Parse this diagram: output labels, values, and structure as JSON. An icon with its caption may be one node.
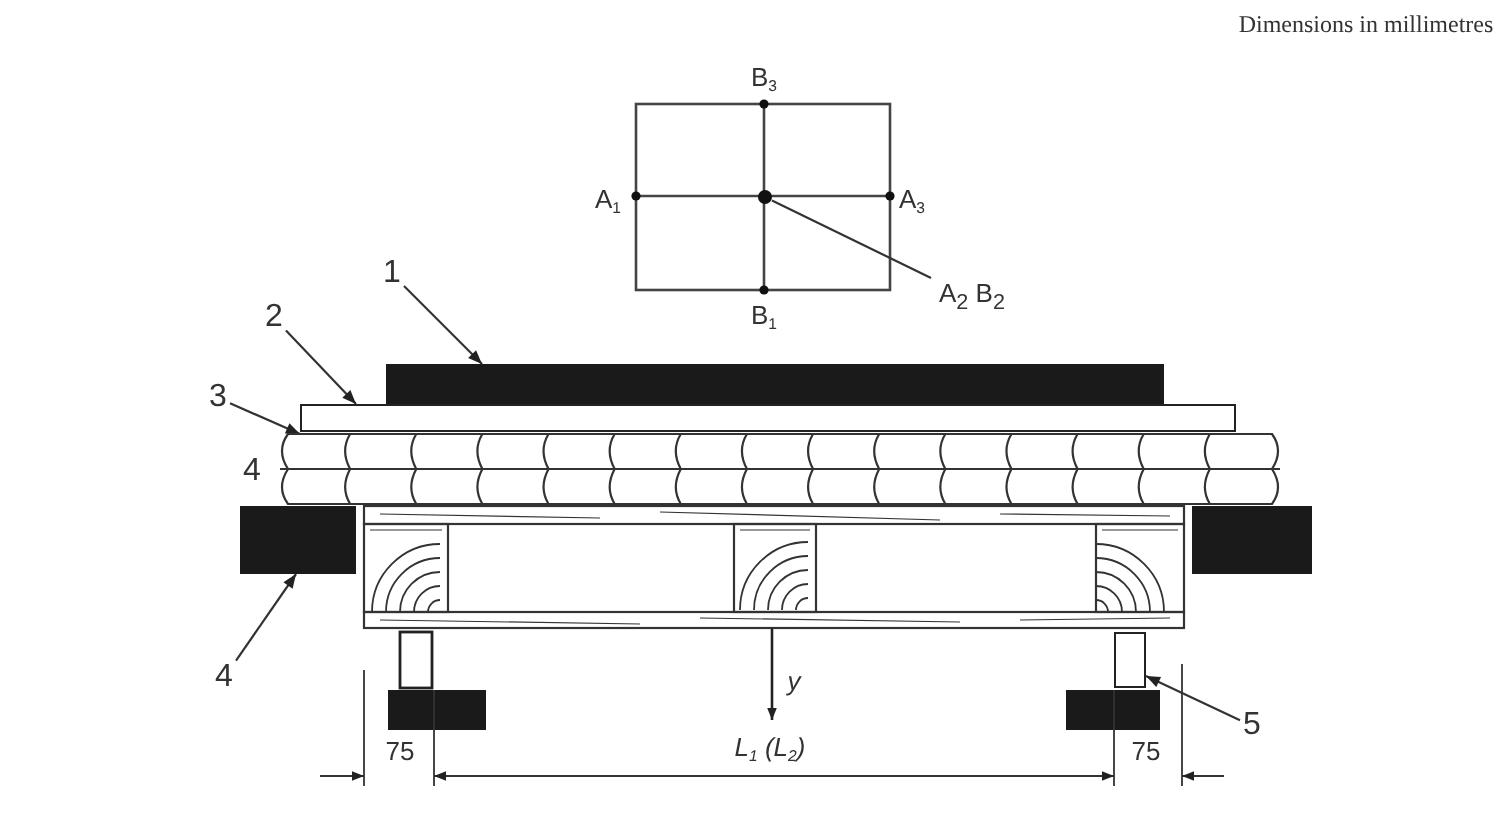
{
  "diagram": {
    "nodes": [
      {
        "text": [
          "1"
        ]
      },
      {
        "text": [],
        "shape": "bar"
      },
      {
        "text": [
          "2"
        ]
      },
      {
        "text": [],
        "shape": "bar"
      },
      {
        "text": [
          "3"
        ]
      },
      {
        "text": [],
        "shape": "bar"
      },
      {
        "text": [
          "4"
        ]
      },
      {
        "text": [],
        "shape": "box"
      },
      {
        "text": [
          "5"
        ]
      },
      {
        "text": [],
        "shape": "box"
      },
      {
        "text": [
          "A$_{2}$ B$_{2}$"
        ]
      },
      {
        "text": [],
        "shape": "circle"
      }
    ],
    "edges": [
      {
        "from": 0,
        "to": 1,
        "arrow": "to"
      },
      {
        "from": 2,
        "to": 3,
        "arrow": "to"
      },
      {
        "from": 4,
        "to": 5,
        "arrow": "to"
      },
      {
        "from": 6,
        "to": 7,
        "arrow": "to"
      },
      {
        "from": 8,
        "to": 9,
        "arrow": "to"
      },
      {
        "from": 10,
        "to": 11,
        "arrow": "none"
      }
    ],
    "labels": [
      "Dimensions in millimetres",
      "B$_{3}$",
      "A$_{1}$",
      "A$_{3}$",
      "B$_{1}$",
      "4",
      "y",
      "75",
      "L$_{1}$ (L$_{2}$)",
      "75"
    ]
  }
}
